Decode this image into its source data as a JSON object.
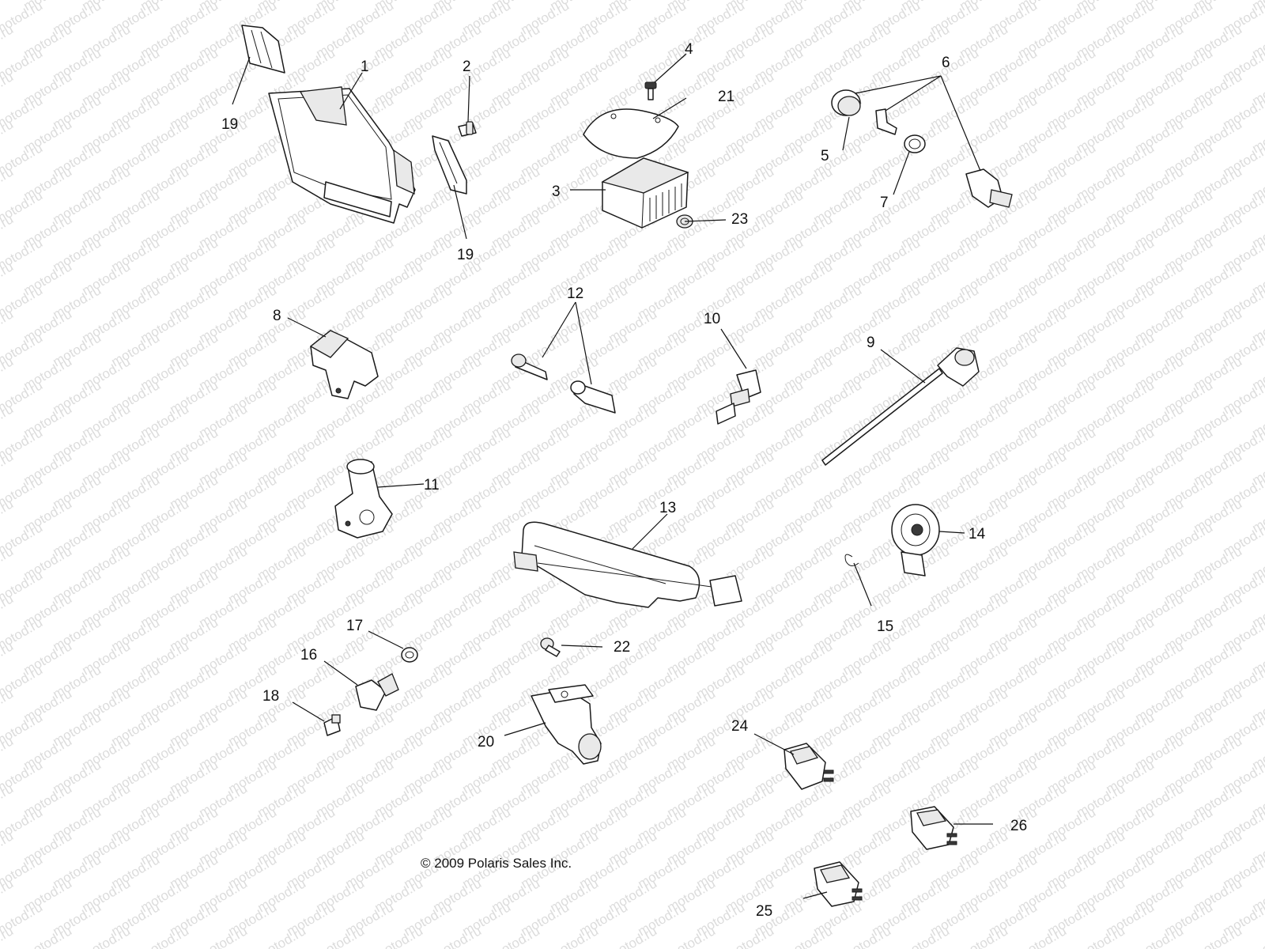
{
  "watermark": {
    "text": "motod.ru"
  },
  "callouts": {
    "c1": "1",
    "c2": "2",
    "c3": "3",
    "c4": "4",
    "c5": "5",
    "c6": "6",
    "c7": "7",
    "c8": "8",
    "c9": "9",
    "c10": "10",
    "c11": "11",
    "c12": "12",
    "c13": "13",
    "c14": "14",
    "c15": "15",
    "c16": "16",
    "c17": "17",
    "c18": "18",
    "c19a": "19",
    "c19b": "19",
    "c20": "20",
    "c21": "21",
    "c22": "22",
    "c23": "23",
    "c24": "24",
    "c25": "25",
    "c26": "26"
  },
  "copyright": "© 2009 Polaris Sales Inc."
}
